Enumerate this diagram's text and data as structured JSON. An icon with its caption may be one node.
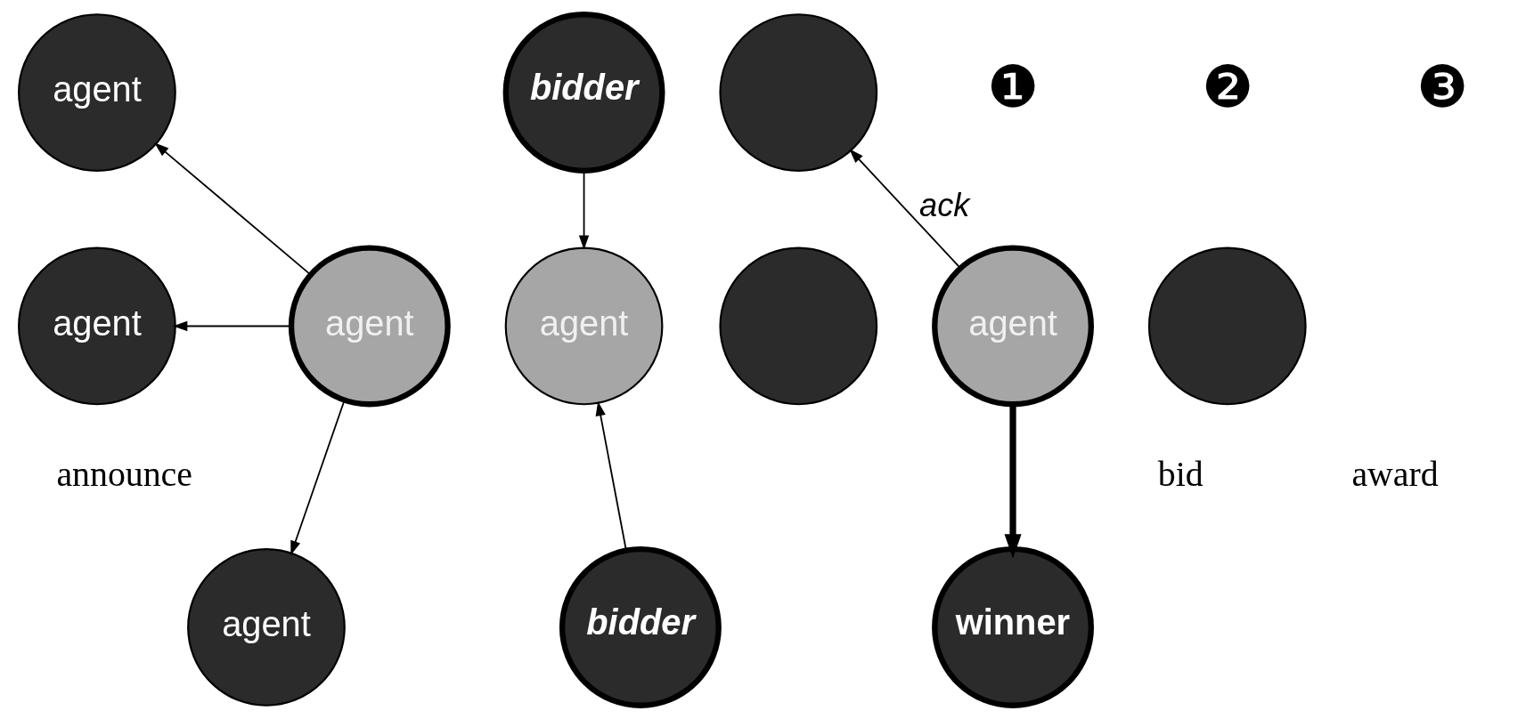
{
  "diagram": {
    "nodes": [
      {
        "text": [
          "agent"
        ]
      },
      {
        "text": [
          "agent"
        ]
      },
      {
        "text": [
          "agent"
        ]
      },
      {
        "text": [
          "agent"
        ]
      },
      {
        "text": [
          "bidder"
        ]
      },
      {
        "text": [],
        "shape": "circle"
      },
      {
        "text": [
          "agent"
        ]
      },
      {
        "text": [
          "bidder"
        ]
      },
      {
        "text": [],
        "shape": "circle"
      },
      {
        "text": [],
        "shape": "circle"
      },
      {
        "text": [
          "agent"
        ]
      },
      {
        "text": [
          "winner"
        ]
      }
    ],
    "edges": [
      {
        "from": 2,
        "to": 0,
        "arrow": "to"
      },
      {
        "from": 2,
        "to": 1,
        "arrow": "to"
      },
      {
        "from": 2,
        "to": 3,
        "arrow": "to"
      },
      {
        "from": 4,
        "to": 6,
        "arrow": "to"
      },
      {
        "from": 7,
        "to": 6,
        "arrow": "to"
      },
      {
        "from": 10,
        "to": 8,
        "arrow": "to",
        "label": "ack"
      },
      {
        "from": 10,
        "to": 11,
        "arrow": "to",
        "style": "thick"
      }
    ],
    "labels": [
      "❶",
      "announce",
      "❷",
      "bid",
      "❸",
      "award"
    ]
  }
}
